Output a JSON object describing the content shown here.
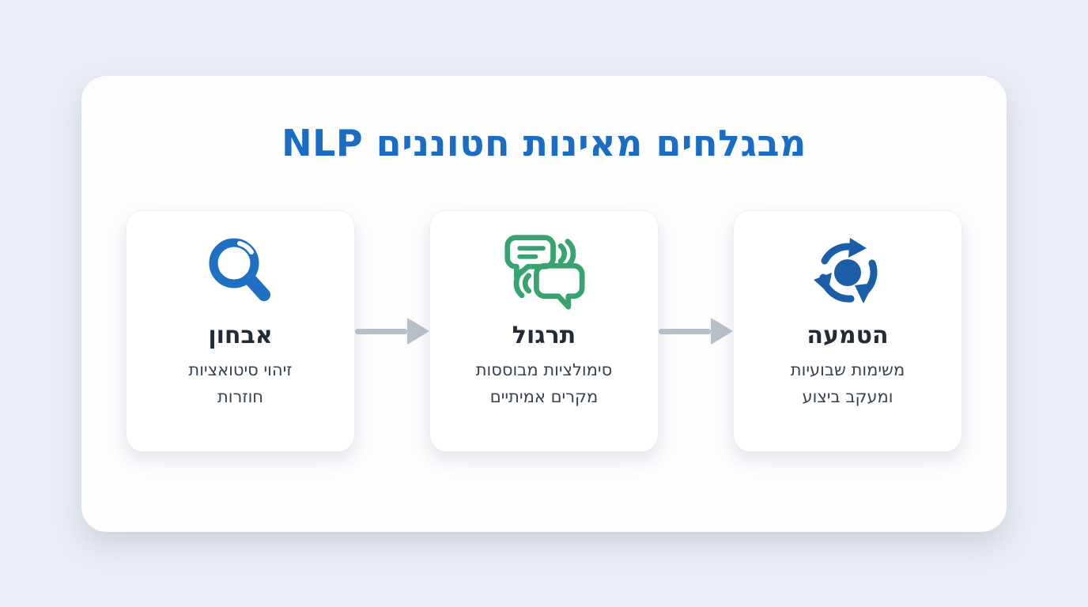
{
  "page": {
    "title": "מבגלחים מאינות חטוננים NLP"
  },
  "colors": {
    "background": "#eaedf4",
    "panel": "#fdfdfe",
    "title_blue": "#1a6dc3",
    "card_title_dark": "#222c38",
    "card_subtitle_gray": "#39424e",
    "arrow_gray": "#b7bfc9",
    "magnifier_blue": "#1f70c3",
    "chat_green": "#38a371",
    "cycle_blue": "#1b5da7"
  },
  "cards": [
    {
      "icon": "magnifier-icon",
      "title": "אבחון",
      "subtitle_line1": "זיהוי סיטואציות",
      "subtitle_line2": "חוזרות"
    },
    {
      "icon": "chat-bubbles-icon",
      "title": "תרגול",
      "subtitle_line1": "סימולציות מבוססות",
      "subtitle_line2": "מקרים אמיתיים"
    },
    {
      "icon": "cycle-arrows-icon",
      "title": "הטמעה",
      "subtitle_line1": "משימות שבועיות",
      "subtitle_line2": "ומעקב ביצוע"
    }
  ]
}
